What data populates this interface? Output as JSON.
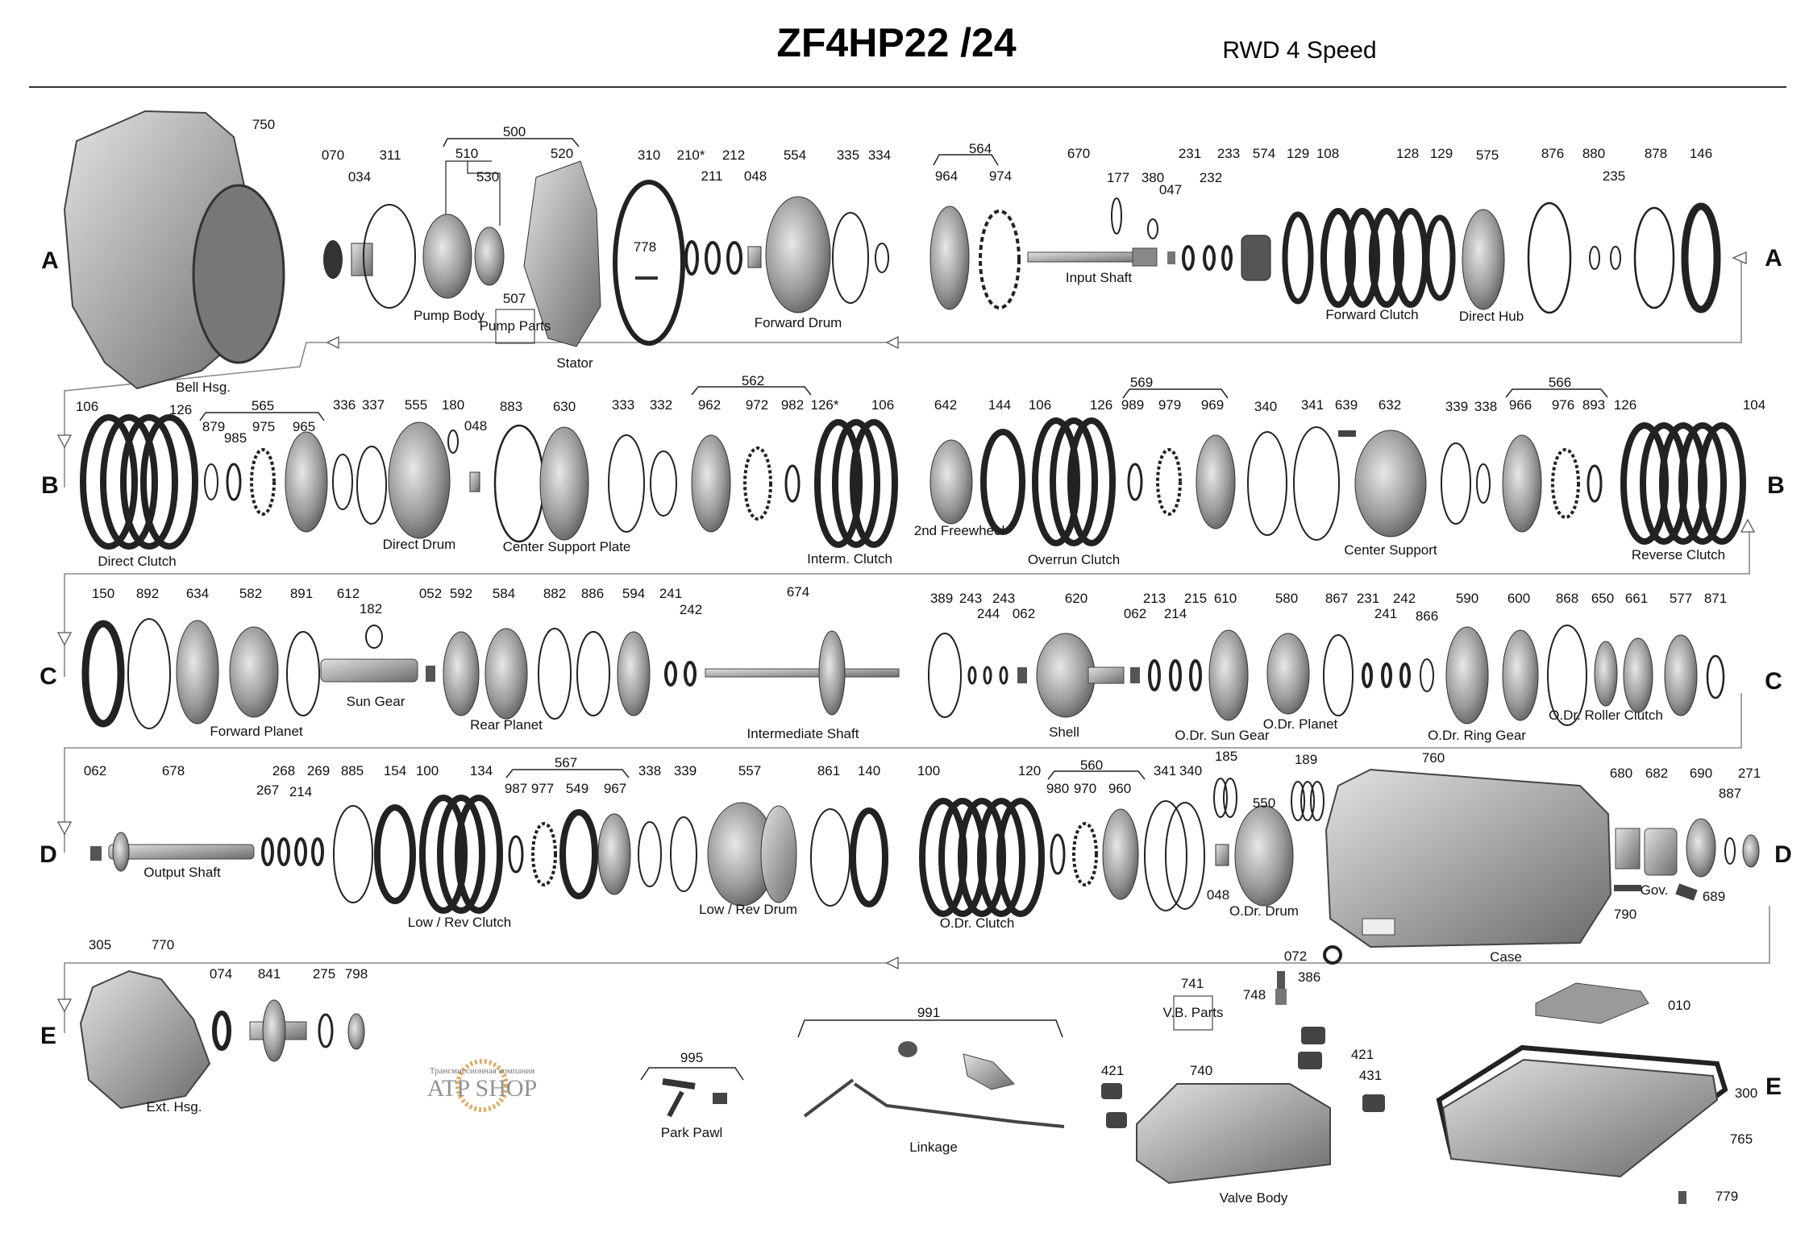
{
  "header": {
    "title": "ZF4HP22 /24",
    "subtitle": "RWD 4 Speed"
  },
  "rows": {
    "a": "A",
    "b": "B",
    "c": "C",
    "d": "D",
    "e": "E"
  },
  "groups": {
    "g500": "500",
    "g564": "564",
    "g562": "562",
    "g569": "569",
    "g566": "566",
    "g565": "565",
    "g567": "567",
    "g560": "560",
    "g991": "991",
    "g995": "995"
  },
  "parts": {
    "rowA": [
      "750",
      "070",
      "034",
      "311",
      "510",
      "530",
      "520",
      "507",
      "310",
      "210*",
      "211",
      "212",
      "048",
      "554",
      "335",
      "334",
      "964",
      "974",
      "670",
      "177",
      "380",
      "047",
      "231",
      "232",
      "233",
      "574",
      "129",
      "108",
      "128",
      "129",
      "575",
      "876",
      "880",
      "235",
      "878",
      "146",
      "778"
    ],
    "rowB": [
      "106",
      "126",
      "879",
      "985",
      "975",
      "965",
      "336",
      "337",
      "555",
      "180",
      "048",
      "883",
      "630",
      "333",
      "332",
      "962",
      "972",
      "982",
      "126*",
      "106",
      "642",
      "144",
      "106",
      "126",
      "989",
      "979",
      "969",
      "340",
      "341",
      "639",
      "632",
      "339",
      "338",
      "966",
      "976",
      "893",
      "126",
      "104"
    ],
    "rowC": [
      "150",
      "892",
      "634",
      "582",
      "891",
      "612",
      "182",
      "052",
      "592",
      "584",
      "882",
      "886",
      "594",
      "241",
      "242",
      "674",
      "389",
      "243",
      "244",
      "243",
      "062",
      "620",
      "062",
      "213",
      "214",
      "215",
      "610",
      "580",
      "867",
      "231",
      "241",
      "242",
      "866",
      "590",
      "600",
      "868",
      "650",
      "661",
      "577",
      "871"
    ],
    "rowD": [
      "062",
      "678",
      "267",
      "268",
      "214",
      "269",
      "885",
      "154",
      "100",
      "134",
      "987",
      "977",
      "549",
      "967",
      "338",
      "339",
      "557",
      "861",
      "140",
      "100",
      "120",
      "980",
      "970",
      "960",
      "341",
      "340",
      "185",
      "550",
      "048",
      "189",
      "760",
      "680",
      "682",
      "690",
      "271",
      "887",
      "689",
      "790",
      "072"
    ],
    "rowE": [
      "305",
      "770",
      "074",
      "841",
      "275",
      "798",
      "741",
      "386",
      "748",
      "421",
      "431",
      "421",
      "740",
      "010",
      "300",
      "765",
      "779"
    ]
  },
  "labels": {
    "bell_hsg": "Bell Hsg.",
    "pump_body": "Pump Body",
    "pump_parts": "Pump Parts",
    "stator": "Stator",
    "forward_drum": "Forward Drum",
    "input_shaft": "Input Shaft",
    "forward_clutch": "Forward Clutch",
    "direct_hub": "Direct Hub",
    "direct_clutch": "Direct Clutch",
    "direct_drum": "Direct Drum",
    "center_support_plate": "Center Support Plate",
    "interm_clutch": "Interm. Clutch",
    "freewheel_2nd": "2nd Freewheel",
    "overrun_clutch": "Overrun Clutch",
    "center_support": "Center Support",
    "reverse_clutch": "Reverse Clutch",
    "forward_planet": "Forward Planet",
    "sun_gear": "Sun Gear",
    "rear_planet": "Rear Planet",
    "intermediate_shaft": "Intermediate Shaft",
    "shell": "Shell",
    "odr_sun_gear": "O.Dr. Sun Gear",
    "odr_planet": "O.Dr. Planet",
    "odr_ring_gear": "O.Dr. Ring Gear",
    "odr_roller_clutch": "O.Dr. Roller Clutch",
    "output_shaft": "Output Shaft",
    "low_rev_clutch": "Low / Rev Clutch",
    "low_rev_drum": "Low / Rev Drum",
    "odr_clutch": "O.Dr. Clutch",
    "odr_drum": "O.Dr. Drum",
    "case": "Case",
    "gov": "Gov.",
    "ext_hsg": "Ext. Hsg.",
    "park_pawl": "Park Pawl",
    "linkage": "Linkage",
    "vb_parts": "V.B. Parts",
    "valve_body": "Valve Body"
  },
  "watermark": {
    "text": "ATP SHOP",
    "caption": "Трансмиссионная компания"
  },
  "colors": {
    "metal": "#b9b9b9",
    "metal_dark": "#6e6e6e",
    "friction": "#2a2a2a",
    "line": "#8a8a8a"
  }
}
